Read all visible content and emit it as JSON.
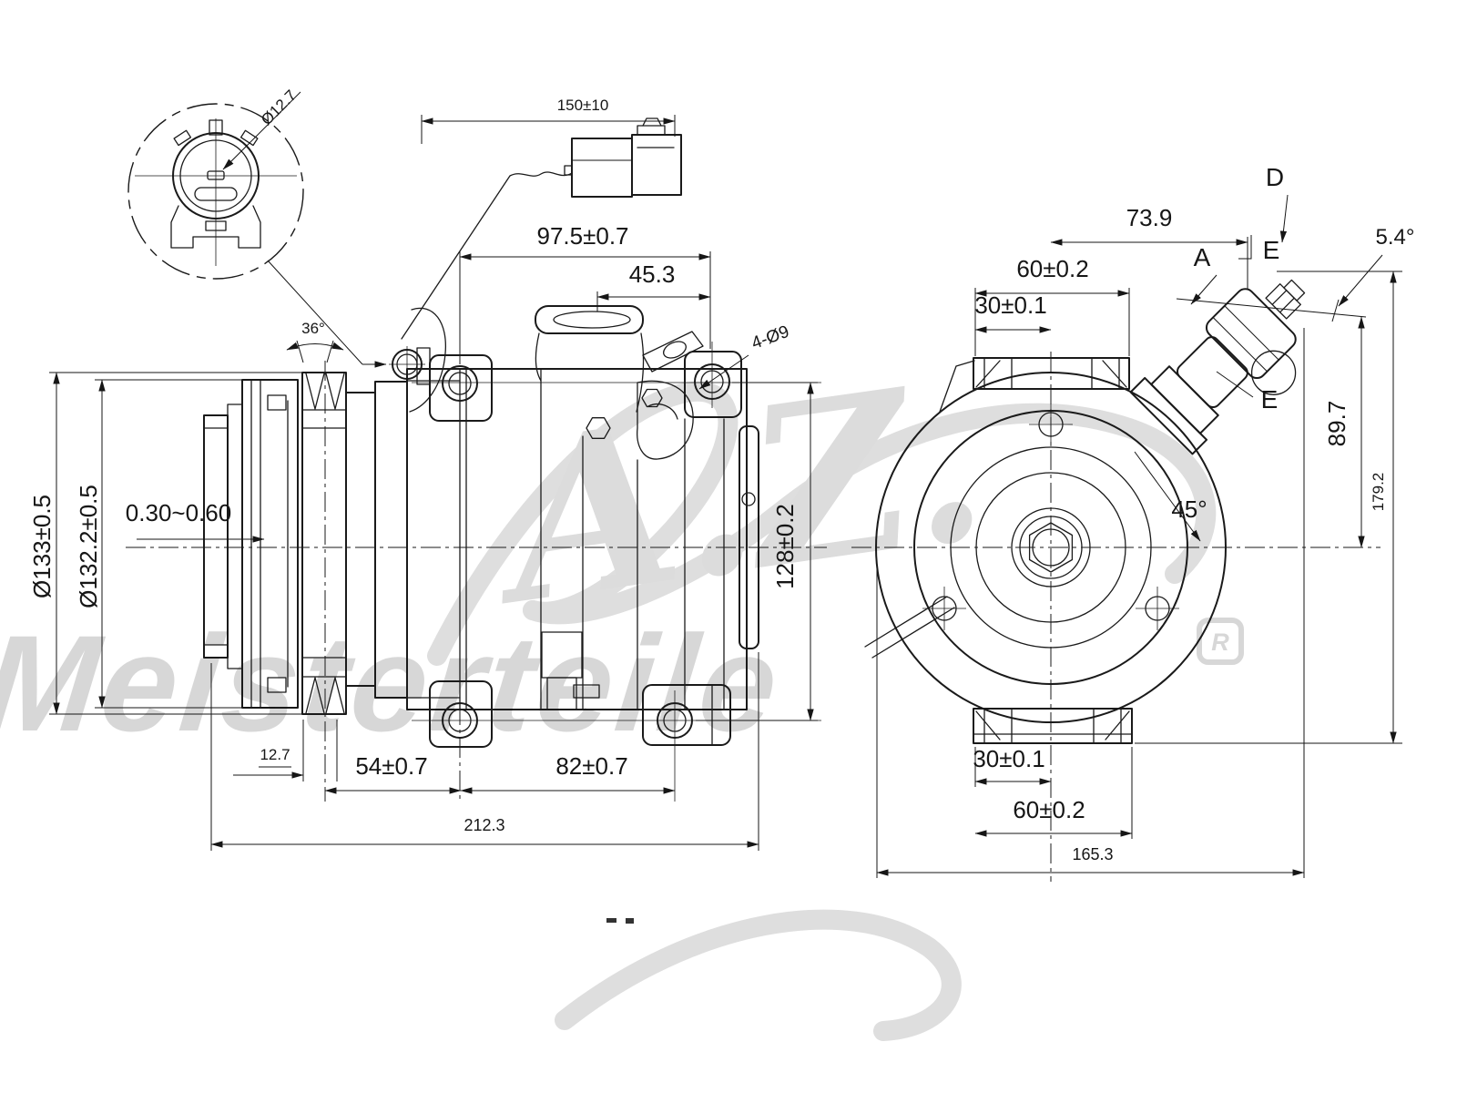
{
  "colors": {
    "line": "#1a1a1a",
    "watermark": "#d7d7d7",
    "background": "#ffffff"
  },
  "watermark": {
    "script": "A.Z.",
    "name": "Meisterteile",
    "registered": "R"
  },
  "detail_view": {
    "diameter": "Ø12.7"
  },
  "harness": {
    "length": "150±10"
  },
  "side_view": {
    "pulley_groove_angle": "36°",
    "pulley_od": "Ø133±0.5",
    "clutch_od": "Ø132.2±0.5",
    "air_gap": "0.30~0.60",
    "belt_width": "12.7",
    "mount_holes": "4-Ø9",
    "dim_97_5": "97.5±0.7",
    "dim_45_3": "45.3",
    "dim_128": "128±0.2",
    "dim_54": "54±0.7",
    "dim_82": "82±0.7",
    "overall_length": "212.3"
  },
  "front_view": {
    "dim_73_9": "73.9",
    "top_dim_60": "60±0.2",
    "top_dim_30": "30±0.1",
    "bottom_dim_30": "30±0.1",
    "bottom_dim_60": "60±0.2",
    "overall_width": "165.3",
    "dim_89_7": "89.7",
    "overall_height": "179.2",
    "port_angle": "45°",
    "face_angle": "5.4°",
    "label_a": "A",
    "label_d": "D",
    "label_e_top": "E",
    "label_e_bottom": "E"
  }
}
